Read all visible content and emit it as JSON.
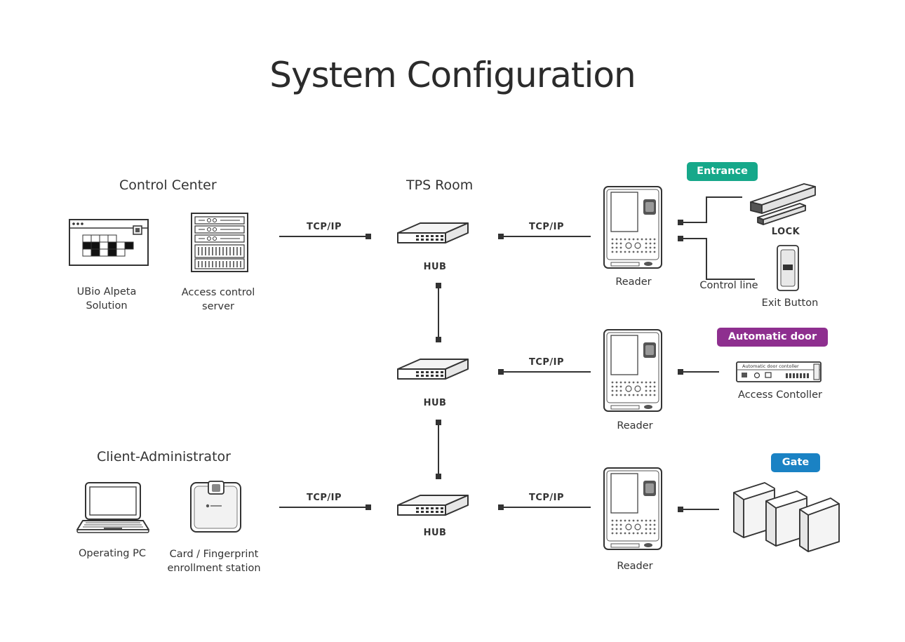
{
  "title": "System Configuration",
  "sections": {
    "control_center": "Control Center",
    "tps_room": "TPS Room",
    "client_admin": "Client-Administrator"
  },
  "devices": {
    "ubio_line1": "UBio Alpeta",
    "ubio_line2": "Solution",
    "server_line1": "Access control",
    "server_line2": "server",
    "pc": "Operating PC",
    "station_line1": "Card / Fingerprint",
    "station_line2": "enrollment station",
    "hub": "HUB",
    "reader": "Reader",
    "lock": "LOCK",
    "exit_button": "Exit Button",
    "control_line": "Control line",
    "access_controller": "Access Contoller",
    "controller_panel_text": "Automatic door contoller"
  },
  "protocol": "TCP/IP",
  "badges": {
    "entrance": "Entrance",
    "automatic_door": "Automatic door",
    "gate": "Gate"
  },
  "colors": {
    "entrance": "#16a88a",
    "automatic_door": "#8e2f8f",
    "gate": "#1a82c4",
    "line": "#333333"
  }
}
